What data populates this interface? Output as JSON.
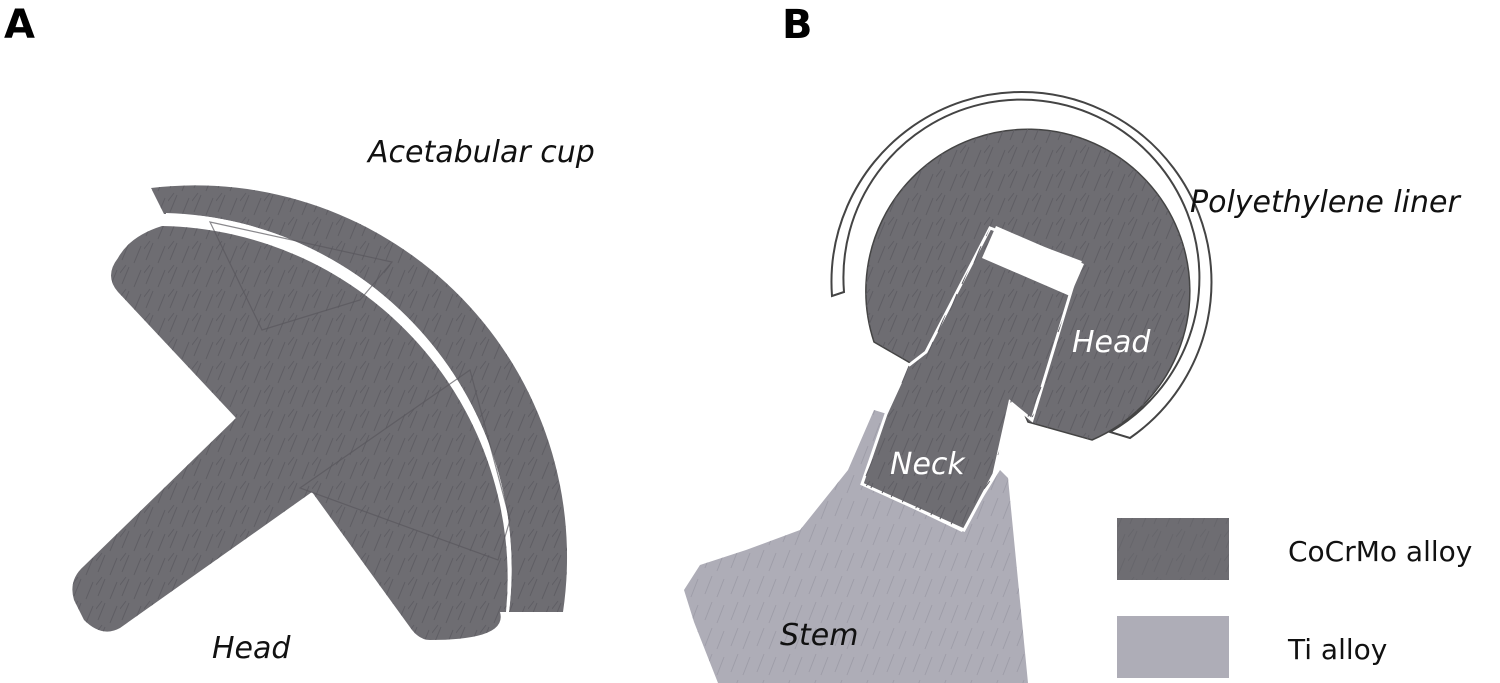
{
  "panels": {
    "a": {
      "letter": "A",
      "labels": {
        "cup": "Acetabular cup",
        "head": "Head"
      }
    },
    "b": {
      "letter": "B",
      "labels": {
        "liner": "Polyethylene liner",
        "head": "Head",
        "neck": "Neck",
        "stem": "Stem"
      }
    }
  },
  "legend": {
    "items": [
      {
        "label": "CoCrMo alloy",
        "color": "#6e6d72"
      },
      {
        "label": "Ti alloy",
        "color": "#aeadb7"
      }
    ]
  },
  "colors": {
    "cocrmo": "#6e6d72",
    "ti": "#aeadb7"
  }
}
